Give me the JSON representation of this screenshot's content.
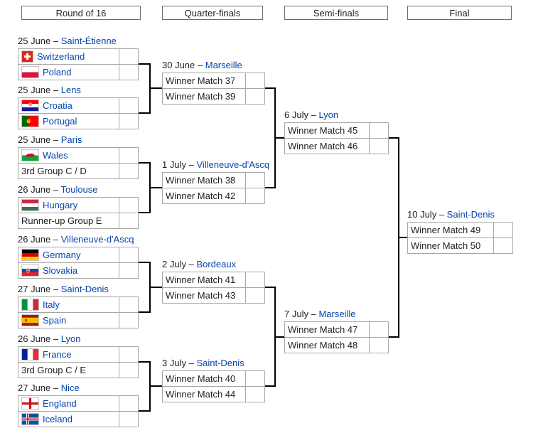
{
  "meta": {
    "sep": " – "
  },
  "headers": [
    "Round of 16",
    "Quarter-finals",
    "Semi-finals",
    "Final"
  ],
  "r16": [
    {
      "date": "25 June",
      "venue": "Saint-Étienne",
      "teams": [
        {
          "name": "Switzerland",
          "flag": "switzerland-flag-icon",
          "score": ""
        },
        {
          "name": "Poland",
          "flag": "poland-flag-icon",
          "score": ""
        }
      ]
    },
    {
      "date": "25 June",
      "venue": "Lens",
      "teams": [
        {
          "name": "Croatia",
          "flag": "croatia-flag-icon",
          "score": ""
        },
        {
          "name": "Portugal",
          "flag": "portugal-flag-icon",
          "score": ""
        }
      ]
    },
    {
      "date": "25 June",
      "venue": "Paris",
      "teams": [
        {
          "name": "Wales",
          "flag": "wales-flag-icon",
          "score": ""
        },
        {
          "name": "3rd Group C / D",
          "flag": null,
          "score": ""
        }
      ]
    },
    {
      "date": "26 June",
      "venue": "Toulouse",
      "teams": [
        {
          "name": "Hungary",
          "flag": "hungary-flag-icon",
          "score": ""
        },
        {
          "name": "Runner-up Group E",
          "flag": null,
          "score": ""
        }
      ]
    },
    {
      "date": "26 June",
      "venue": "Villeneuve-d'Ascq",
      "teams": [
        {
          "name": "Germany",
          "flag": "germany-flag-icon",
          "score": ""
        },
        {
          "name": "Slovakia",
          "flag": "slovakia-flag-icon",
          "score": ""
        }
      ]
    },
    {
      "date": "27 June",
      "venue": "Saint-Denis",
      "teams": [
        {
          "name": "Italy",
          "flag": "italy-flag-icon",
          "score": ""
        },
        {
          "name": "Spain",
          "flag": "spain-flag-icon",
          "score": ""
        }
      ]
    },
    {
      "date": "26 June",
      "venue": "Lyon",
      "teams": [
        {
          "name": "France",
          "flag": "france-flag-icon",
          "score": ""
        },
        {
          "name": "3rd Group C / E",
          "flag": null,
          "score": ""
        }
      ]
    },
    {
      "date": "27 June",
      "venue": "Nice",
      "teams": [
        {
          "name": "England",
          "flag": "england-flag-icon",
          "score": ""
        },
        {
          "name": "Iceland",
          "flag": "iceland-flag-icon",
          "score": ""
        }
      ]
    }
  ],
  "qf": [
    {
      "date": "30 June",
      "venue": "Marseille",
      "teams": [
        {
          "name": "Winner Match 37",
          "score": ""
        },
        {
          "name": "Winner Match 39",
          "score": ""
        }
      ]
    },
    {
      "date": "1 July",
      "venue": "Villeneuve-d'Ascq",
      "teams": [
        {
          "name": "Winner Match 38",
          "score": ""
        },
        {
          "name": "Winner Match 42",
          "score": ""
        }
      ]
    },
    {
      "date": "2 July",
      "venue": "Bordeaux",
      "teams": [
        {
          "name": "Winner Match 41",
          "score": ""
        },
        {
          "name": "Winner Match 43",
          "score": ""
        }
      ]
    },
    {
      "date": "3 July",
      "venue": "Saint-Denis",
      "teams": [
        {
          "name": "Winner Match 40",
          "score": ""
        },
        {
          "name": "Winner Match 44",
          "score": ""
        }
      ]
    }
  ],
  "sf": [
    {
      "date": "6 July",
      "venue": "Lyon",
      "teams": [
        {
          "name": "Winner Match 45",
          "score": ""
        },
        {
          "name": "Winner Match 46",
          "score": ""
        }
      ]
    },
    {
      "date": "7 July",
      "venue": "Marseille",
      "teams": [
        {
          "name": "Winner Match 47",
          "score": ""
        },
        {
          "name": "Winner Match 48",
          "score": ""
        }
      ]
    }
  ],
  "final": [
    {
      "date": "10 July",
      "venue": "Saint-Denis",
      "teams": [
        {
          "name": "Winner Match 49",
          "score": ""
        },
        {
          "name": "Winner Match 50",
          "score": ""
        }
      ]
    }
  ],
  "colors": {
    "link_blue": "#0645ad",
    "connector": "#000000",
    "cell_border": "#a7a7a7",
    "header_border": "#6d6d6d"
  }
}
